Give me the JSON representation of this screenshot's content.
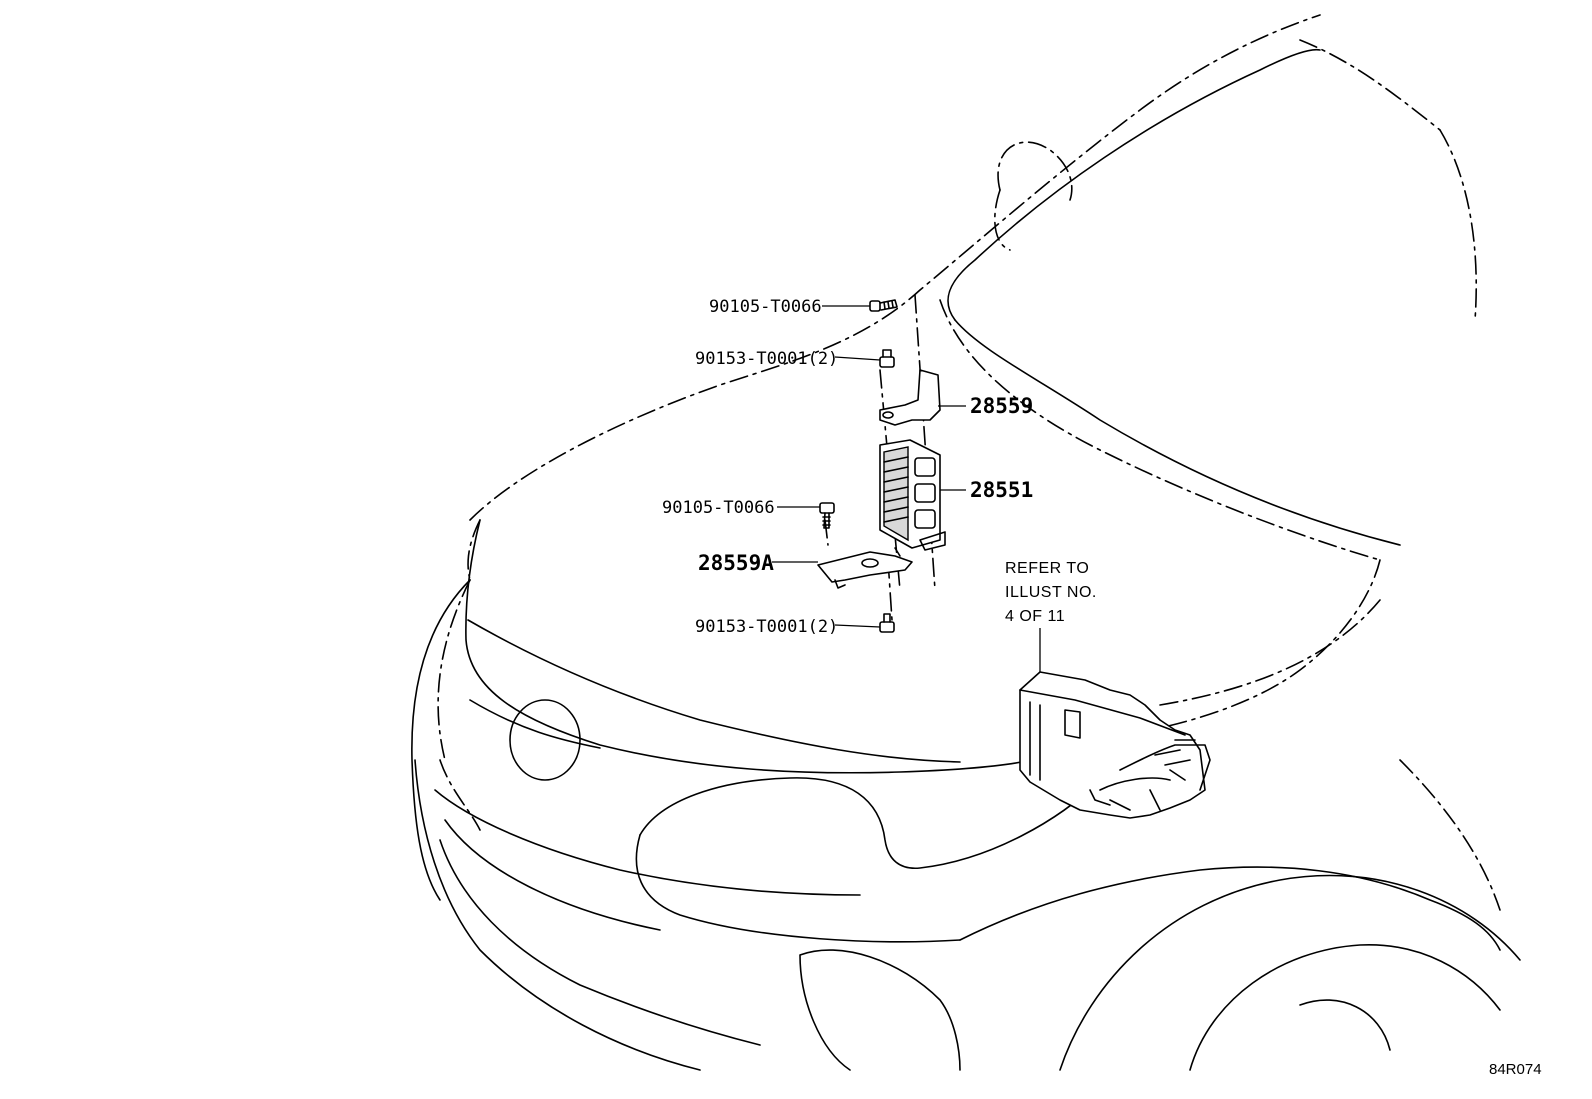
{
  "callouts": {
    "bolt_top": "90105-T0066",
    "nut_top": "90153-T0001(2)",
    "bracket_upper": "28559",
    "relay": "28551",
    "bolt_mid": "90105-T0066",
    "bracket_lower": "28559A",
    "nut_bottom": "90153-T0001(2)"
  },
  "refer_note": [
    "REFER TO",
    "ILLUST NO.",
    "4 OF 11"
  ],
  "illustration_code": "84R074"
}
